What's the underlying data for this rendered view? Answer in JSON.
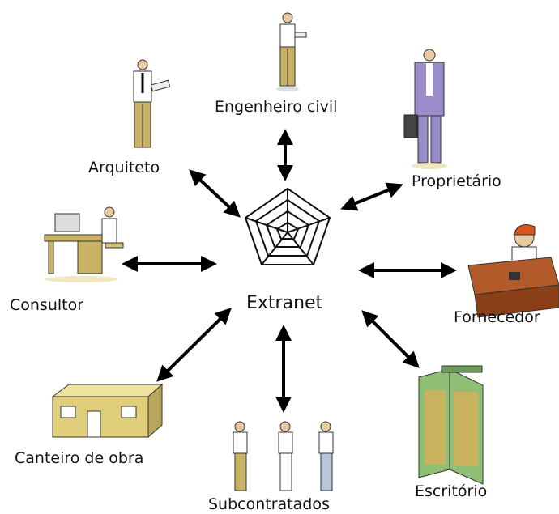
{
  "center": {
    "label": "Extranet"
  },
  "nodes": {
    "engenheiro": "Engenheiro civil",
    "arquiteto": "Arquiteto",
    "proprietario": "Proprietário",
    "consultor": "Consultor",
    "fornecedor": "Fornecedor",
    "canteiro": "Canteiro de obra",
    "subcontratados": "Subcontratados",
    "escritorio": "Escritório"
  },
  "connectors": "bidirectional-arrows",
  "icons": [
    "engineer-figure-icon",
    "architect-figure-icon",
    "owner-businessman-icon",
    "consultant-desk-icon",
    "supplier-phone-icon",
    "site-building-icon",
    "workers-group-icon",
    "office-building-icon",
    "spider-web-icon"
  ],
  "colors": {
    "arrow": "#000000",
    "khaki": "#c8b264",
    "suit": "#9a8cc8",
    "building": "#e0cf7a",
    "office": "#8fbf74"
  }
}
